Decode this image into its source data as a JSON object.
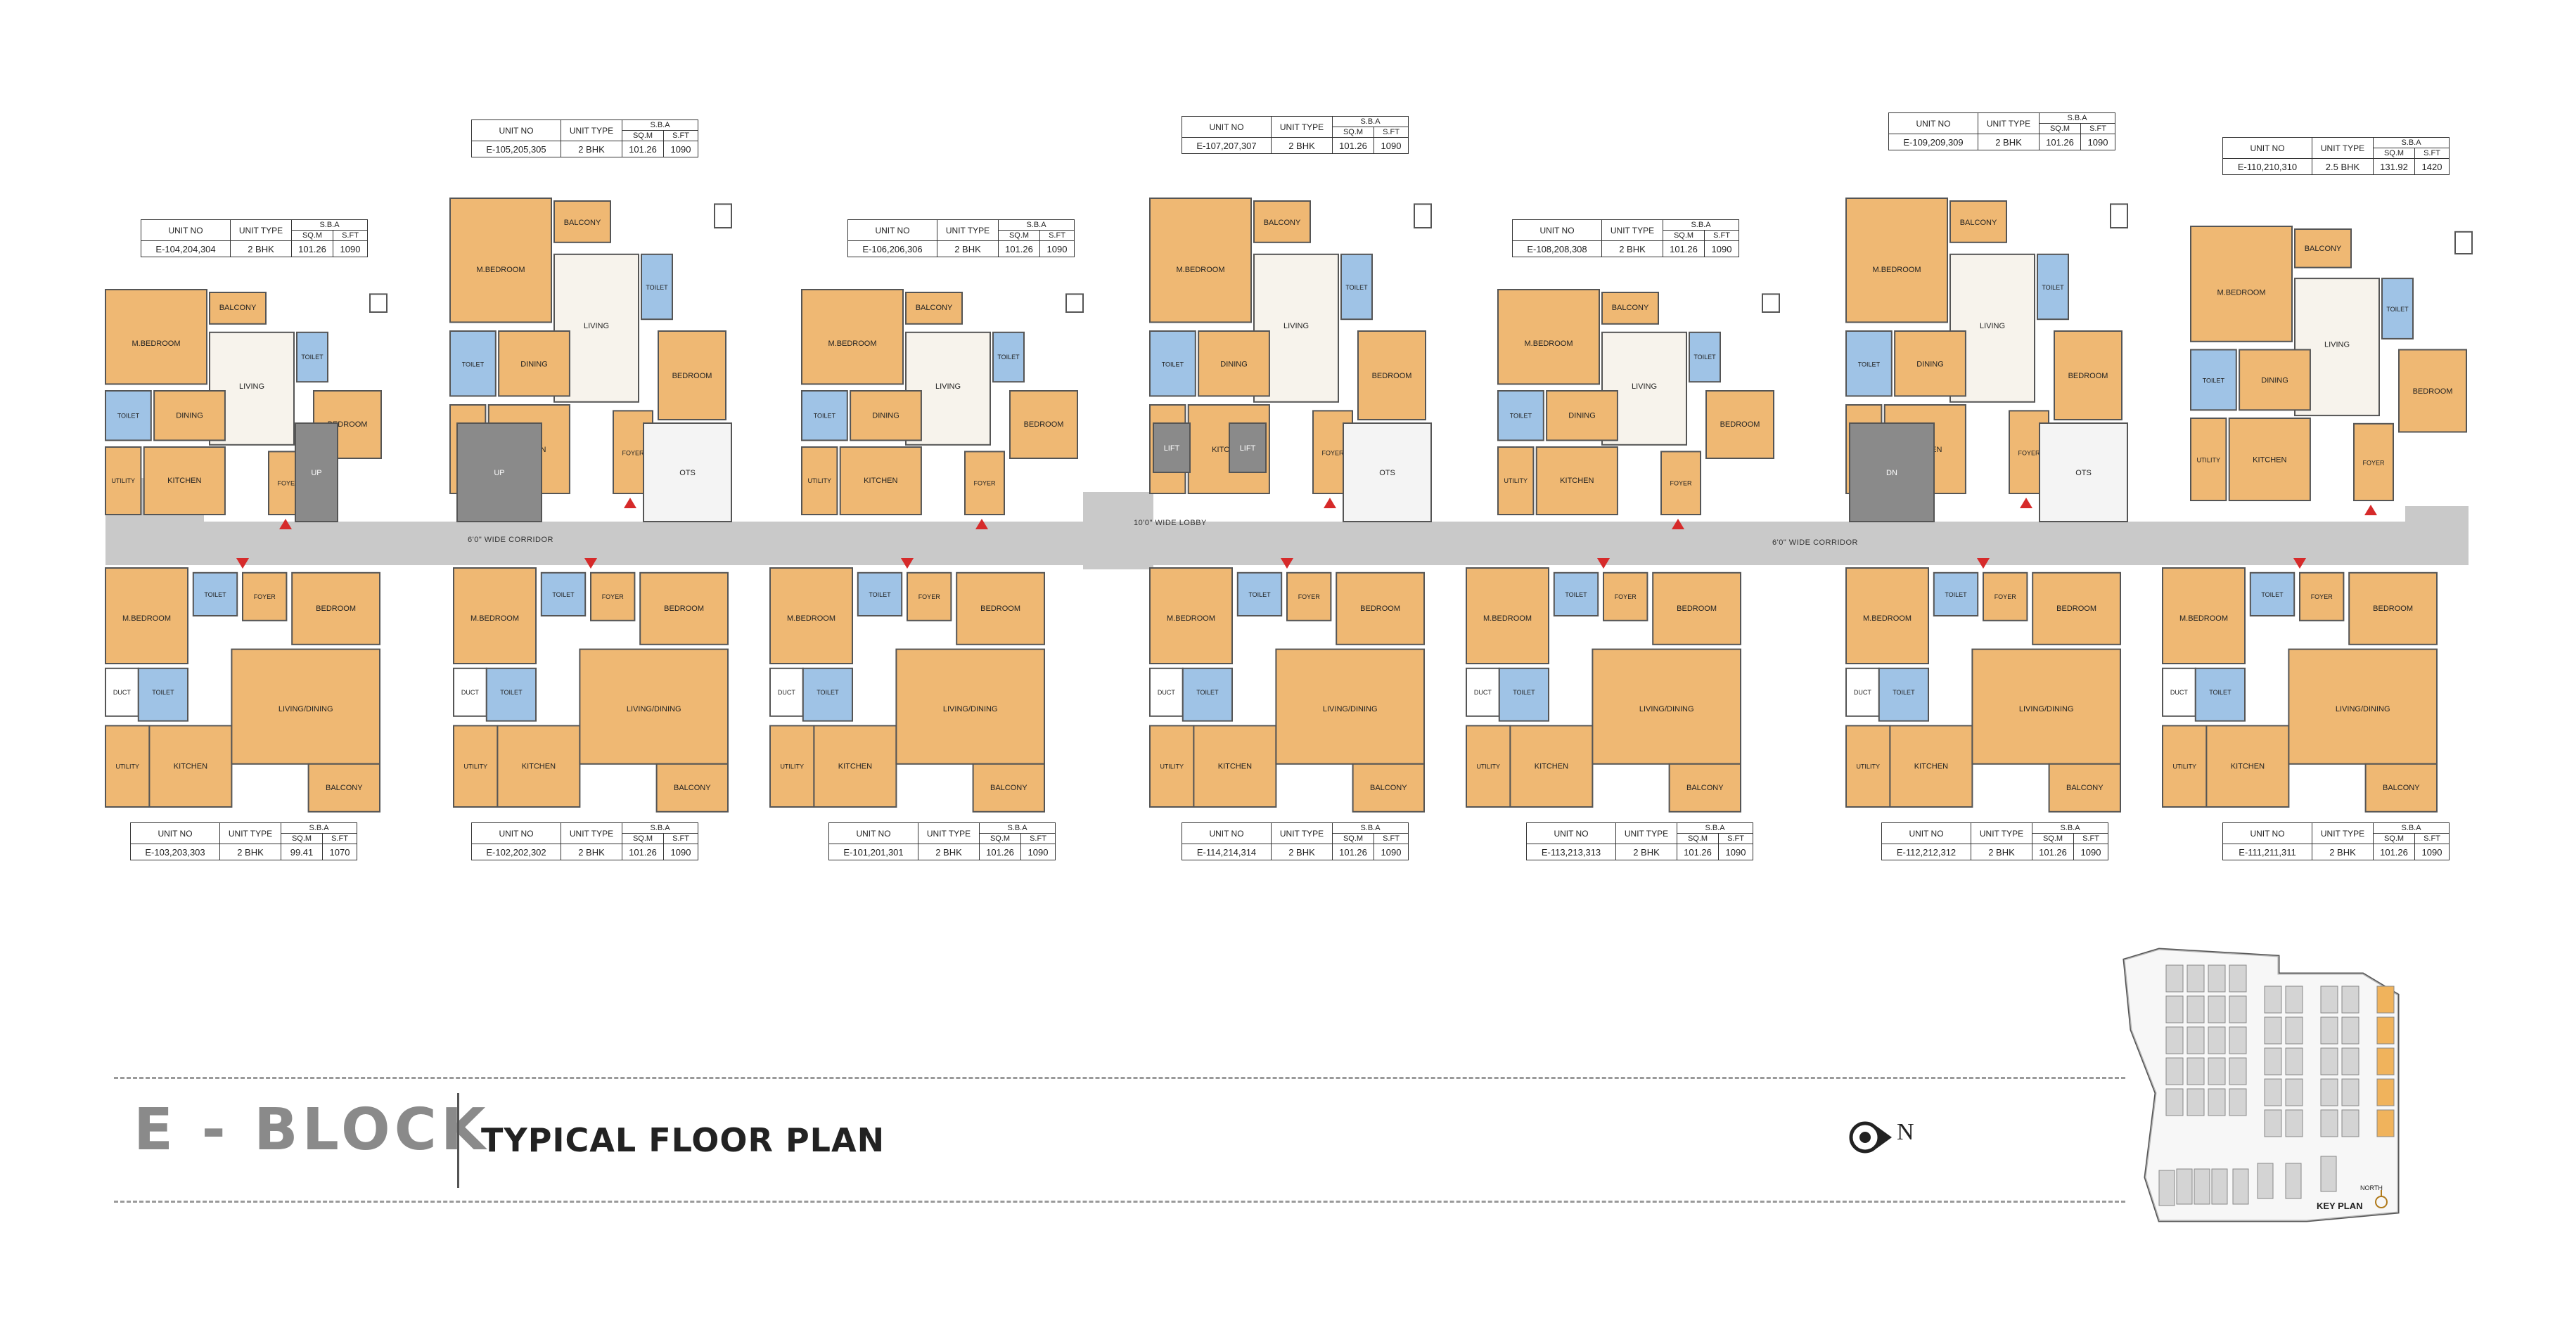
{
  "title": {
    "block_name": "E - BLOCK",
    "plan_name": "TYPICAL FLOOR PLAN",
    "north": "N",
    "key_plan": "KEY PLAN",
    "key_plan_north": "NORTH"
  },
  "table_headers": {
    "unit_no": "UNIT NO",
    "unit_type": "UNIT TYPE",
    "sba": "S.B.A",
    "sqm": "SQ.M",
    "sft": "S.FT"
  },
  "corridors": {
    "left": "6'0\" WIDE CORRIDOR",
    "lobby": "10'0\" WIDE LOBBY",
    "right": "6'0\" WIDE CORRIDOR"
  },
  "units_top": [
    {
      "unit_no": "E-104,204,304",
      "unit_type": "2 BHK",
      "sqm": "101.26",
      "sft": "1090"
    },
    {
      "unit_no": "E-105,205,305",
      "unit_type": "2 BHK",
      "sqm": "101.26",
      "sft": "1090"
    },
    {
      "unit_no": "E-106,206,306",
      "unit_type": "2 BHK",
      "sqm": "101.26",
      "sft": "1090"
    },
    {
      "unit_no": "E-107,207,307",
      "unit_type": "2 BHK",
      "sqm": "101.26",
      "sft": "1090"
    },
    {
      "unit_no": "E-108,208,308",
      "unit_type": "2 BHK",
      "sqm": "101.26",
      "sft": "1090"
    },
    {
      "unit_no": "E-109,209,309",
      "unit_type": "2 BHK",
      "sqm": "101.26",
      "sft": "1090"
    },
    {
      "unit_no": "E-110,210,310",
      "unit_type": "2.5 BHK",
      "sqm": "131.92",
      "sft": "1420"
    }
  ],
  "units_bottom": [
    {
      "unit_no": "E-103,203,303",
      "unit_type": "2 BHK",
      "sqm": "99.41",
      "sft": "1070"
    },
    {
      "unit_no": "E-102,202,302",
      "unit_type": "2 BHK",
      "sqm": "101.26",
      "sft": "1090"
    },
    {
      "unit_no": "E-101,201,301",
      "unit_type": "2 BHK",
      "sqm": "101.26",
      "sft": "1090"
    },
    {
      "unit_no": "E-114,214,314",
      "unit_type": "2 BHK",
      "sqm": "101.26",
      "sft": "1090"
    },
    {
      "unit_no": "E-113,213,313",
      "unit_type": "2 BHK",
      "sqm": "101.26",
      "sft": "1090"
    },
    {
      "unit_no": "E-112,212,312",
      "unit_type": "2 BHK",
      "sqm": "101.26",
      "sft": "1090"
    },
    {
      "unit_no": "E-111,211,311",
      "unit_type": "2 BHK",
      "sqm": "101.26",
      "sft": "1090"
    }
  ],
  "room_labels": {
    "m_bedroom": "M.BEDROOM",
    "bedroom": "BEDROOM",
    "balcony": "BALCONY",
    "living": "LIVING",
    "dining": "DINING",
    "kitchen": "KITCHEN",
    "toilet": "TOILET",
    "utility": "UTILITY",
    "foyer": "FOYER",
    "duct": "DUCT",
    "living_dining": "LIVING/DINING",
    "ots": "OTS",
    "lift": "LIFT",
    "up": "UP",
    "dn": "DN"
  },
  "colors": {
    "room_fill": "#efb873",
    "wet_fill": "#9fc3e6",
    "corridor": "#c9c9c9",
    "stair": "#8a8a8a",
    "entry_arrow": "#d62a2a",
    "key_block_highlight": "#f0b35c",
    "key_block": "#d4d4d4"
  }
}
